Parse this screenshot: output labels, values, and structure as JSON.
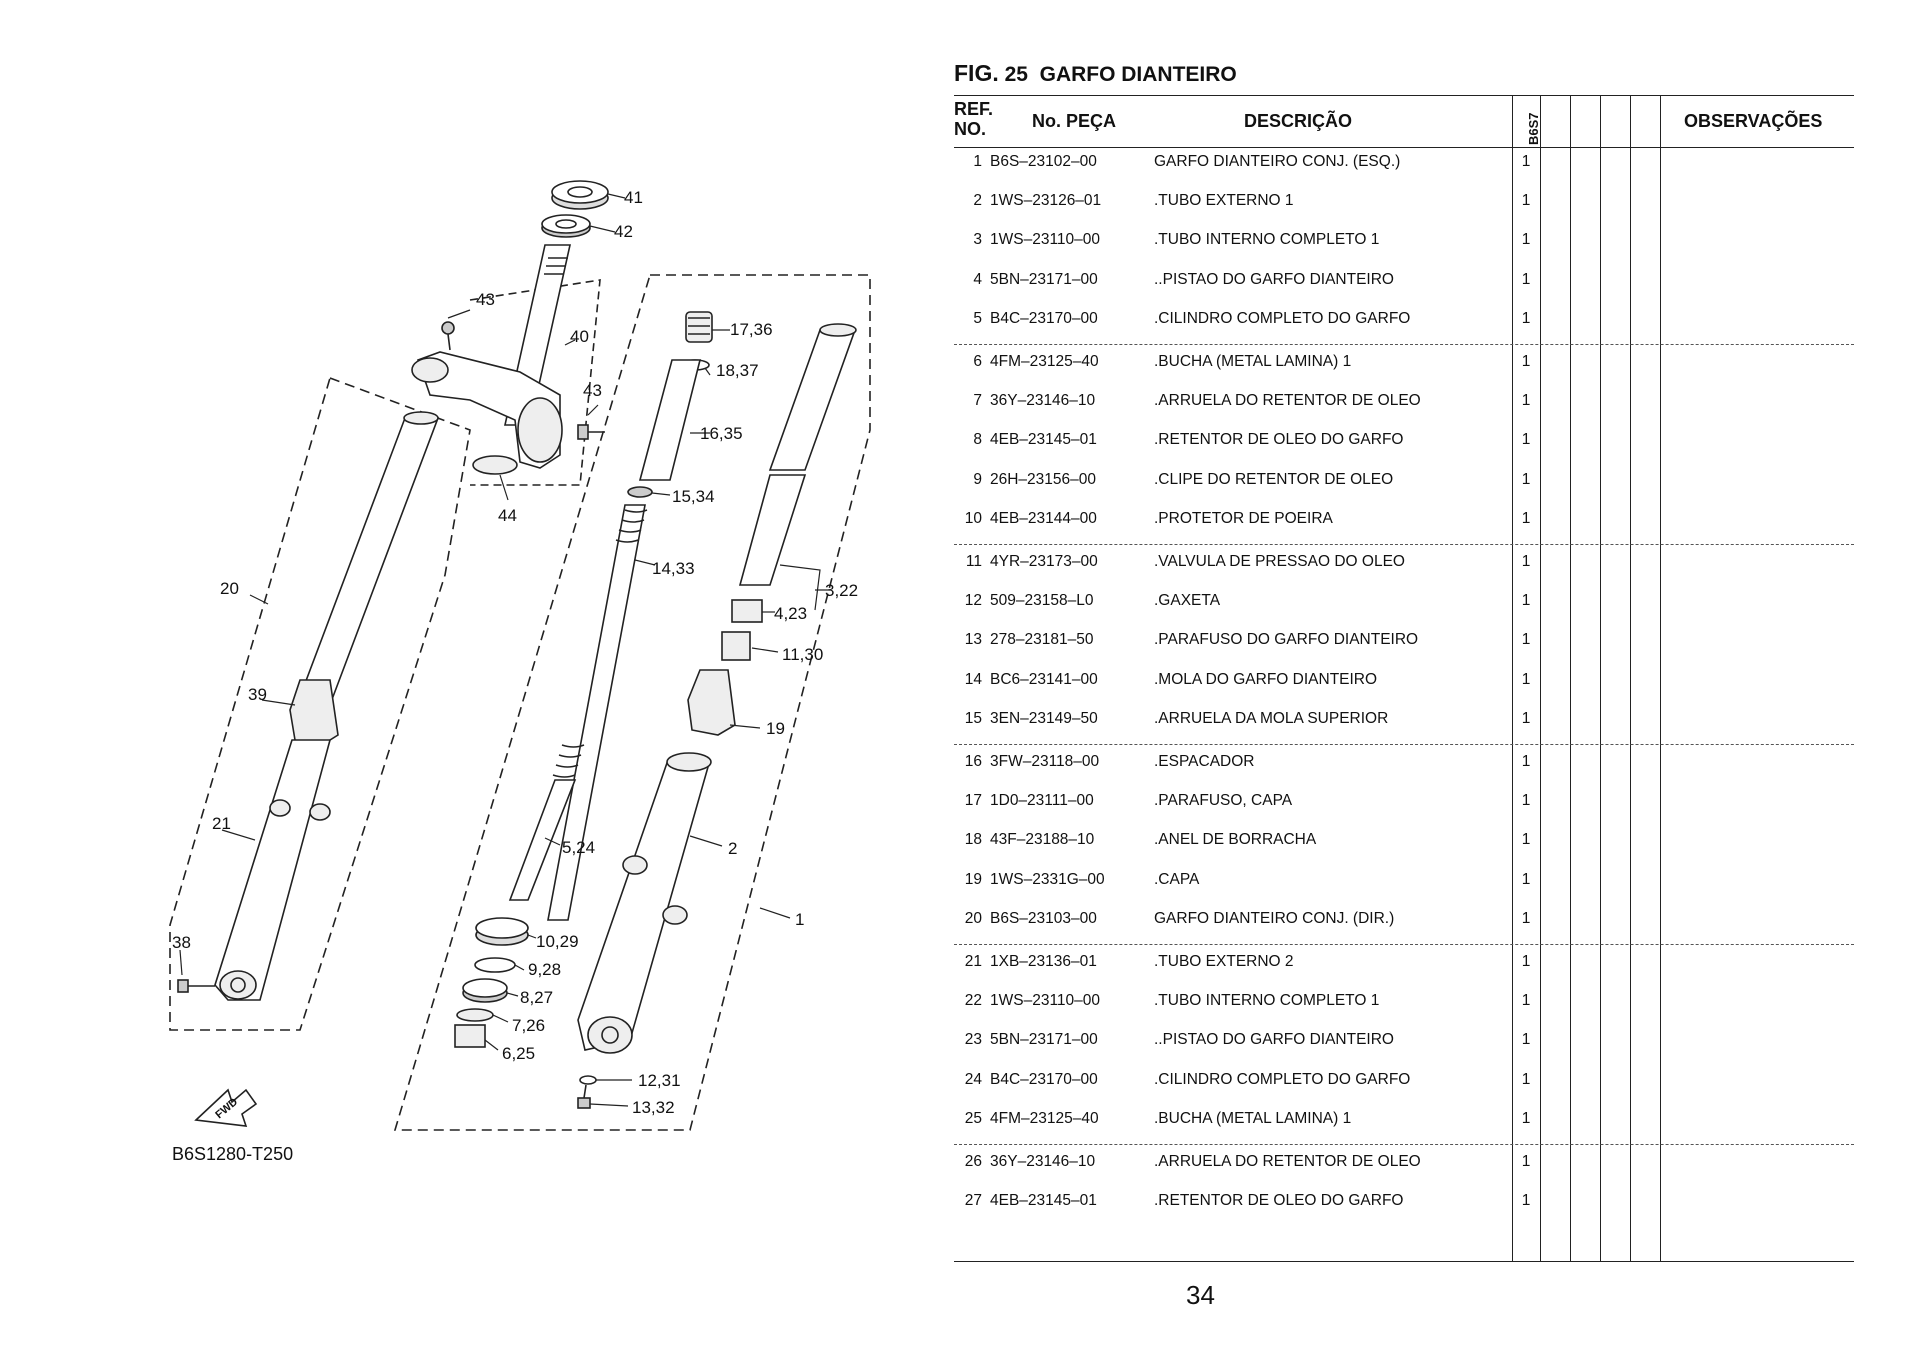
{
  "figure": {
    "label": "FIG.",
    "number": "25",
    "title": "GARFO DIANTEIRO"
  },
  "diagram": {
    "code": "B6S1280-T250",
    "fwd_label": "FWD",
    "callouts": [
      "41",
      "42",
      "43",
      "40",
      "43",
      "44",
      "20",
      "39",
      "21",
      "38",
      "17,36",
      "18,37",
      "16,35",
      "15,34",
      "14,33",
      "3,22",
      "4,23",
      "11,30",
      "19",
      "2",
      "1",
      "5,24",
      "10,29",
      "9,28",
      "8,27",
      "7,26",
      "6,25",
      "12,31",
      "13,32"
    ]
  },
  "table": {
    "headers": {
      "ref_no": "REF.\nNO.",
      "part_no": "No. PEÇA",
      "description": "DESCRIÇÃO",
      "model": "B6S7",
      "notes": "OBSERVAÇÕES"
    },
    "rows": [
      {
        "ref": "1",
        "part": "B6S–23102–00",
        "desc": "GARFO DIANTEIRO CONJ. (ESQ.)",
        "qty": "1"
      },
      {
        "ref": "2",
        "part": "1WS–23126–01",
        "desc": ".TUBO EXTERNO 1",
        "qty": "1"
      },
      {
        "ref": "3",
        "part": "1WS–23110–00",
        "desc": ".TUBO INTERNO COMPLETO 1",
        "qty": "1"
      },
      {
        "ref": "4",
        "part": "5BN–23171–00",
        "desc": "..PISTAO DO GARFO DIANTEIRO",
        "qty": "1"
      },
      {
        "ref": "5",
        "part": "B4C–23170–00",
        "desc": ".CILINDRO COMPLETO DO GARFO",
        "qty": "1"
      },
      {
        "ref": "6",
        "part": "4FM–23125–40",
        "desc": ".BUCHA (METAL LAMINA) 1",
        "qty": "1"
      },
      {
        "ref": "7",
        "part": "36Y–23146–10",
        "desc": ".ARRUELA DO RETENTOR DE OLEO",
        "qty": "1"
      },
      {
        "ref": "8",
        "part": "4EB–23145–01",
        "desc": ".RETENTOR DE OLEO DO GARFO",
        "qty": "1"
      },
      {
        "ref": "9",
        "part": "26H–23156–00",
        "desc": ".CLIPE DO RETENTOR DE OLEO",
        "qty": "1"
      },
      {
        "ref": "10",
        "part": "4EB–23144–00",
        "desc": ".PROTETOR DE POEIRA",
        "qty": "1"
      },
      {
        "ref": "11",
        "part": "4YR–23173–00",
        "desc": ".VALVULA DE PRESSAO DO OLEO",
        "qty": "1"
      },
      {
        "ref": "12",
        "part": "509–23158–L0",
        "desc": ".GAXETA",
        "qty": "1"
      },
      {
        "ref": "13",
        "part": "278–23181–50",
        "desc": ".PARAFUSO DO GARFO DIANTEIRO",
        "qty": "1"
      },
      {
        "ref": "14",
        "part": "BC6–23141–00",
        "desc": ".MOLA DO GARFO DIANTEIRO",
        "qty": "1"
      },
      {
        "ref": "15",
        "part": "3EN–23149–50",
        "desc": ".ARRUELA DA MOLA SUPERIOR",
        "qty": "1"
      },
      {
        "ref": "16",
        "part": "3FW–23118–00",
        "desc": ".ESPACADOR",
        "qty": "1"
      },
      {
        "ref": "17",
        "part": "1D0–23111–00",
        "desc": ".PARAFUSO, CAPA",
        "qty": "1"
      },
      {
        "ref": "18",
        "part": "43F–23188–10",
        "desc": ".ANEL DE BORRACHA",
        "qty": "1"
      },
      {
        "ref": "19",
        "part": "1WS–2331G–00",
        "desc": ".CAPA",
        "qty": "1"
      },
      {
        "ref": "20",
        "part": "B6S–23103–00",
        "desc": "GARFO DIANTEIRO CONJ. (DIR.)",
        "qty": "1"
      },
      {
        "ref": "21",
        "part": "1XB–23136–01",
        "desc": ".TUBO EXTERNO 2",
        "qty": "1"
      },
      {
        "ref": "22",
        "part": "1WS–23110–00",
        "desc": ".TUBO INTERNO COMPLETO 1",
        "qty": "1"
      },
      {
        "ref": "23",
        "part": "5BN–23171–00",
        "desc": "..PISTAO DO GARFO DIANTEIRO",
        "qty": "1"
      },
      {
        "ref": "24",
        "part": "B4C–23170–00",
        "desc": ".CILINDRO COMPLETO DO GARFO",
        "qty": "1"
      },
      {
        "ref": "25",
        "part": "4FM–23125–40",
        "desc": ".BUCHA (METAL LAMINA) 1",
        "qty": "1"
      },
      {
        "ref": "26",
        "part": "36Y–23146–10",
        "desc": ".ARRUELA DO RETENTOR DE OLEO",
        "qty": "1"
      },
      {
        "ref": "27",
        "part": "4EB–23145–01",
        "desc": ".RETENTOR DE OLEO DO GARFO",
        "qty": "1"
      }
    ]
  },
  "page_number": "34"
}
